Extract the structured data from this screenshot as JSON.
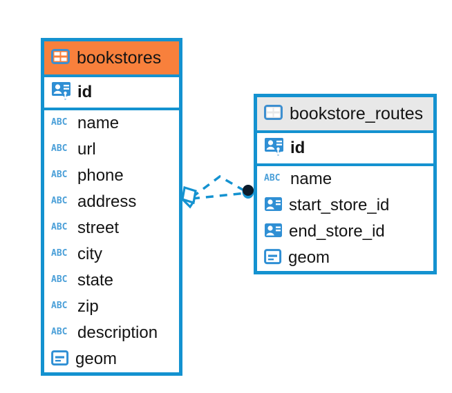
{
  "diagram": {
    "type": "entity-relationship-diagram",
    "background_color": "#ffffff",
    "accent_color": "#1492d0",
    "highlight_color": "#f8803c",
    "entities": [
      {
        "name": "bookstores",
        "header_style": "accent-orange",
        "table_icon": "table-icon",
        "primary_key": {
          "label": "id",
          "icon": "primary-key-icon",
          "type": "key"
        },
        "fields": [
          {
            "label": "name",
            "icon": "abc-text-icon",
            "type": "text"
          },
          {
            "label": "url",
            "icon": "abc-text-icon",
            "type": "text"
          },
          {
            "label": "phone",
            "icon": "abc-text-icon",
            "type": "text"
          },
          {
            "label": "address",
            "icon": "abc-text-icon",
            "type": "text"
          },
          {
            "label": "street",
            "icon": "abc-text-icon",
            "type": "text"
          },
          {
            "label": "city",
            "icon": "abc-text-icon",
            "type": "text"
          },
          {
            "label": "state",
            "icon": "abc-text-icon",
            "type": "text"
          },
          {
            "label": "zip",
            "icon": "abc-text-icon",
            "type": "text"
          },
          {
            "label": "description",
            "icon": "abc-text-icon",
            "type": "text"
          },
          {
            "label": "geom",
            "icon": "geometry-icon",
            "type": "geometry"
          }
        ]
      },
      {
        "name": "bookstore_routes",
        "header_style": "accent-gray",
        "table_icon": "table-icon",
        "primary_key": {
          "label": "id",
          "icon": "primary-key-icon",
          "type": "key"
        },
        "fields": [
          {
            "label": "name",
            "icon": "abc-text-icon",
            "type": "text"
          },
          {
            "label": "start_store_id",
            "icon": "foreign-key-icon",
            "type": "foreign-key"
          },
          {
            "label": "end_store_id",
            "icon": "foreign-key-icon",
            "type": "foreign-key"
          },
          {
            "label": "geom",
            "icon": "geometry-icon",
            "type": "geometry"
          }
        ]
      }
    ],
    "relationships": [
      {
        "from": "bookstores",
        "to": "bookstore_routes",
        "line_style": "dashed",
        "source_marker": "crows-foot-diamond",
        "target_marker": "filled-circle",
        "color": "#1492d0"
      },
      {
        "from": "bookstores",
        "to": "bookstore_routes",
        "line_style": "dashed",
        "source_marker": "crows-foot-diamond",
        "target_marker": "filled-circle",
        "color": "#1492d0"
      }
    ]
  }
}
